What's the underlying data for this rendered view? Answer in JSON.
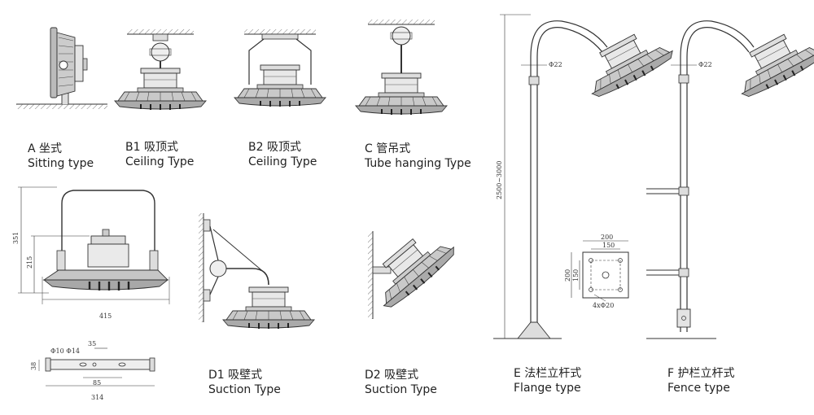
{
  "types": [
    {
      "zh": "A 坐式",
      "en": "Sitting type"
    },
    {
      "zh": "B1 吸顶式",
      "en": "Ceiling  Type"
    },
    {
      "zh": "B2 吸顶式",
      "en": "Ceiling  Type"
    },
    {
      "zh": "C 管吊式",
      "en": "Tube hanging Type"
    },
    {
      "zh": "D1 吸壁式",
      "en": "Suction Type"
    },
    {
      "zh": "D2 吸壁式",
      "en": "Suction Type"
    },
    {
      "zh": "E 法栏立杆式",
      "en": "Flange type"
    },
    {
      "zh": "F 护栏立杆式",
      "en": "Fence type"
    }
  ],
  "dimensions": {
    "height_total": "351",
    "height_body": "215",
    "width_total": "415",
    "bracket_length": "314",
    "bracket_height": "38",
    "bracket_hole_spacing": "85",
    "bracket_slot_spacing": "35",
    "bracket_holes": "Φ10 Φ14",
    "pole_diameter_e": "Φ22",
    "pole_diameter_f": "Φ22",
    "pole_height": "2500~3000",
    "flange_outer_w": "200",
    "flange_inner_w": "150",
    "flange_outer_h": "200",
    "flange_inner_h": "150",
    "flange_holes": "4xΦ20"
  }
}
